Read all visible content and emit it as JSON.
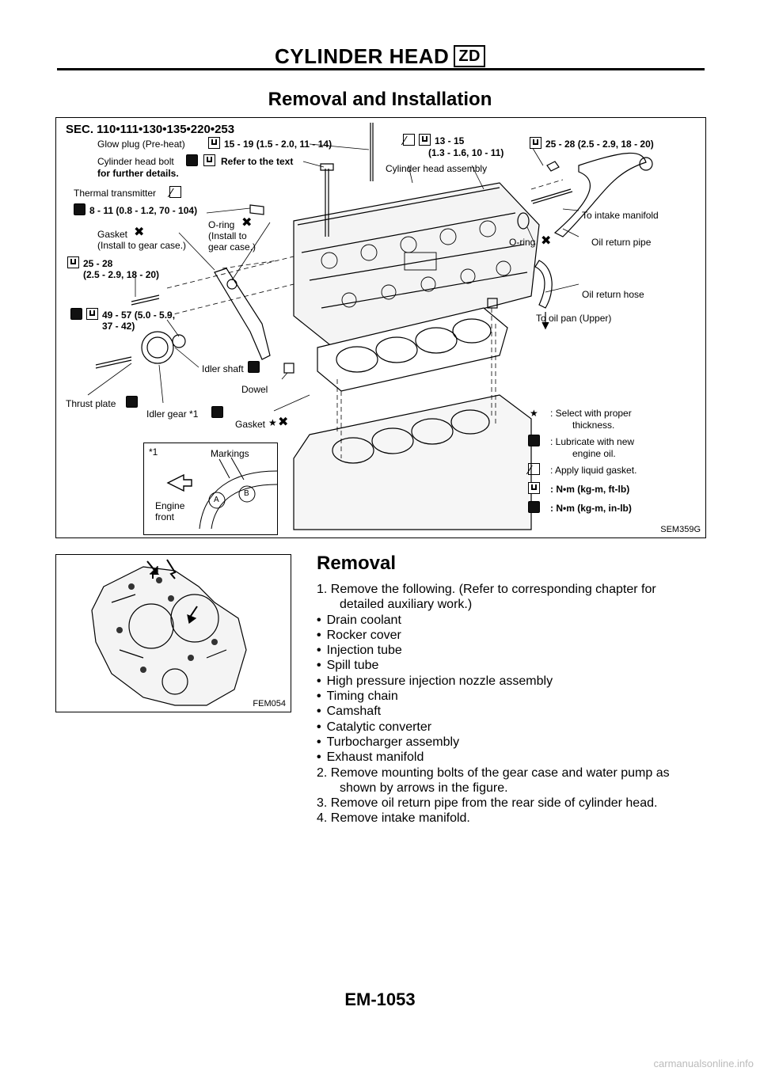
{
  "header": {
    "title": "CYLINDER HEAD",
    "badge": "ZD"
  },
  "section_title": "Removal and Installation",
  "figure1": {
    "sec_code": "SEC. 110•111•130•135•220•253",
    "fig_id": "SEM359G",
    "labels": {
      "glow_plug": "Glow plug (Pre-heat)",
      "glow_torque": "15 - 19 (1.5 - 2.0, 11 - 14)",
      "head_bolt": "Cylinder head bolt",
      "refer": "Refer to the text",
      "further": "for further details.",
      "thermal": "Thermal transmitter",
      "thermal_torque": "8 - 11 (0.8 - 1.2, 70 - 104)",
      "gasket_gear": "Gasket",
      "install_gear": "(Install to gear case.)",
      "oring1": "O-ring",
      "oring1_b": "(Install to",
      "oring1_c": "gear case.)",
      "torque_25": "25 - 28",
      "torque_25b": "(2.5 - 2.9, 18 - 20)",
      "torque_49": "49 - 57 (5.0 - 5.9,",
      "torque_49b": "37 - 42)",
      "idler_shaft": "Idler shaft",
      "dowel": "Dowel",
      "thrust_plate": "Thrust plate",
      "idler_gear": "Idler gear *1",
      "gasket_head": "Gasket",
      "torque_13": "13 - 15",
      "torque_13b": "(1.3 - 1.6, 10 - 11)",
      "head_assembly": "Cylinder head assembly",
      "torque_25r": "25 - 28 (2.5 - 2.9, 18 - 20)",
      "intake": "To intake manifold",
      "oring2": "O-ring",
      "oil_return_pipe": "Oil return pipe",
      "oil_return_hose": "Oil return hose",
      "oil_pan": "To oil pan (Upper)"
    },
    "inset": {
      "ref": "*1",
      "markings": "Markings",
      "engine": "Engine",
      "front": "front",
      "a": "A",
      "b": "B"
    },
    "legend": [
      {
        "symbol": "★",
        "text": ": Select with proper",
        "text2": "thickness."
      },
      {
        "symbol": "oil",
        "text": ": Lubricate with new",
        "text2": "engine oil."
      },
      {
        "symbol": "gasket",
        "text": ": Apply liquid gasket.",
        "text2": ""
      },
      {
        "symbol": "ftlb",
        "text": ": N•m (kg-m, ft-lb)",
        "text2": ""
      },
      {
        "symbol": "inlb",
        "text": ": N•m (kg-m, in-lb)",
        "text2": ""
      }
    ]
  },
  "figure2": {
    "fig_id": "FEM054"
  },
  "removal": {
    "heading": "Removal",
    "step1": "1. Remove the following. (Refer to corresponding chapter for",
    "step1b": "detailed auxiliary work.)",
    "bullets": [
      "Drain coolant",
      "Rocker cover",
      "Injection tube",
      "Spill tube",
      "High pressure injection nozzle assembly",
      "Timing chain",
      "Camshaft",
      "Catalytic converter",
      "Turbocharger assembly",
      "Exhaust manifold"
    ],
    "step2": "2. Remove mounting bolts of the gear case and water pump as",
    "step2b": "shown by arrows in the figure.",
    "step3": "3. Remove oil return pipe from the rear side of cylinder head.",
    "step4": "4. Remove intake manifold."
  },
  "footer": {
    "page": "EM-1053"
  },
  "watermark": "carmanualsonline.info"
}
